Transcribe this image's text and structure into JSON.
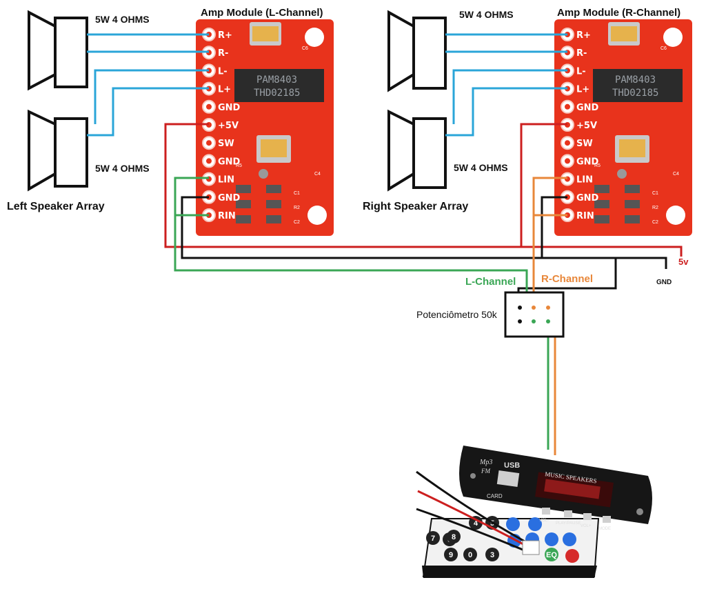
{
  "speakers": {
    "left_array_label": "Left Speaker Array",
    "right_array_label": "Right Speaker Array",
    "spec_label": "5W 4 OHMS"
  },
  "amp_left": {
    "title": "Amp Module (L-Channel)",
    "chip_line1": "PAM8403",
    "chip_line2": "THD02185",
    "pins": [
      "R+",
      "R-",
      "L-",
      "L+",
      "GND",
      "+5V",
      "SW",
      "GND",
      "LIN",
      "GND",
      "RIN"
    ],
    "component_labels": [
      "C6",
      "R5",
      "C4",
      "C1",
      "R2",
      "C2"
    ]
  },
  "amp_right": {
    "title": "Amp Module (R-Channel)",
    "chip_line1": "PAM8403",
    "chip_line2": "THD02185",
    "pins": [
      "R+",
      "R-",
      "L-",
      "L+",
      "GND",
      "+5V",
      "SW",
      "GND",
      "LIN",
      "GND",
      "RIN"
    ],
    "component_labels": [
      "C6",
      "R5",
      "C4",
      "C1",
      "R2",
      "C2"
    ]
  },
  "power": {
    "v5_label": "5v",
    "gnd_label": "GND"
  },
  "channels": {
    "left_label": "L-Channel",
    "right_label": "R-Channel"
  },
  "potentiometer": {
    "label": "Potenciômetro 50k"
  },
  "mp3_module": {
    "brand_line1": "Mp3",
    "brand_line2": "FM",
    "usb_label": "USB",
    "card_label": "CARD",
    "display_label": "MUSIC SPEAKERS",
    "button_labels": [
      "VOL-",
      "PLAY/PAUSE",
      "VOL+",
      "MODE"
    ]
  },
  "remote": {
    "keys": [
      "4",
      "5",
      "6",
      "7",
      "8",
      "9",
      "3",
      "0",
      "EQ"
    ]
  },
  "colors": {
    "speaker_wire": "#2aa5d8",
    "power_wire": "#cc1f1f",
    "ground_wire": "#111111",
    "left_channel": "#3aa655",
    "right_channel": "#e8873a",
    "board": "#e8331c"
  }
}
